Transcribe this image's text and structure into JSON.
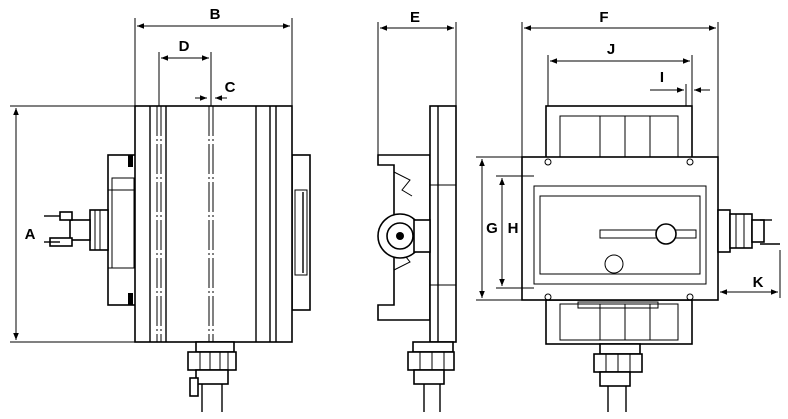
{
  "dimension_labels": {
    "A": "A",
    "B": "B",
    "C": "C",
    "D": "D",
    "E": "E",
    "F": "F",
    "G": "G",
    "H": "H",
    "I": "I",
    "J": "J",
    "K": "K"
  },
  "colors": {
    "line": "#000000",
    "background": "#ffffff"
  }
}
